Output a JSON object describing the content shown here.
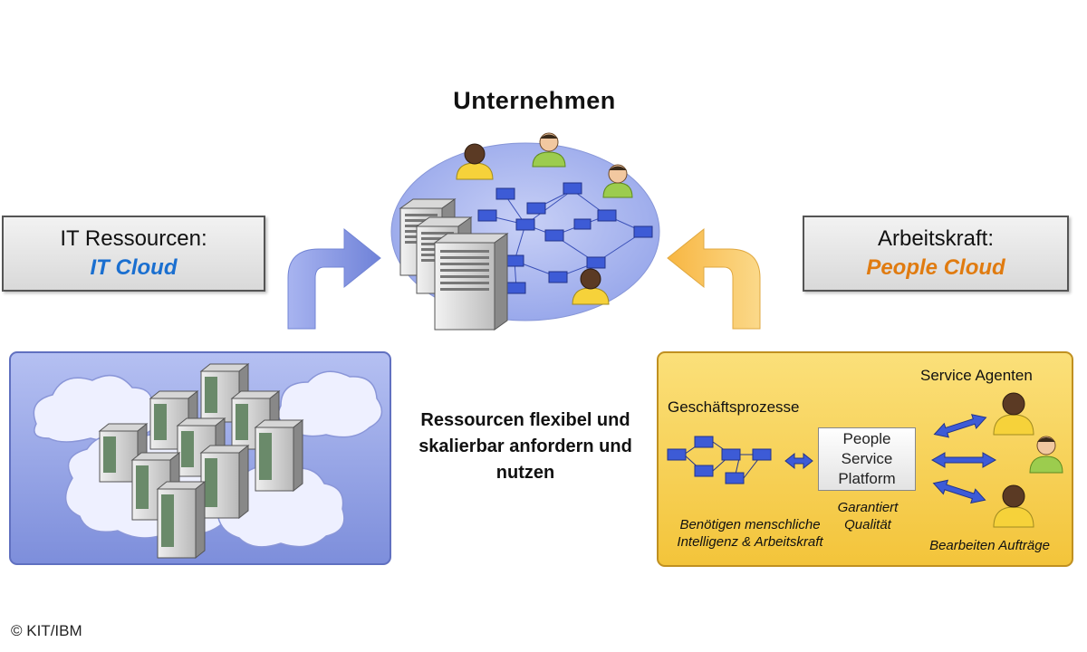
{
  "title": "Unternehmen",
  "left_box": {
    "line1": "IT Ressourcen:",
    "line2": "IT Cloud",
    "accent": "#1a6fd0"
  },
  "right_box": {
    "line1": "Arbeitskraft:",
    "line2": "People Cloud",
    "accent": "#e07b10"
  },
  "center_text": {
    "line1": "Ressourcen flexibel und",
    "line2": "skalierbar anfordern und",
    "line3": "nutzen"
  },
  "people_panel": {
    "process_label": "Geschäftsprozesse",
    "agents_label": "Service Agenten",
    "platform": {
      "line1": "People",
      "line2": "Service",
      "line3": "Platform"
    },
    "guarantee": {
      "line1": "Garantiert",
      "line2": "Qualität"
    },
    "need": {
      "line1": "Benötigen menschliche",
      "line2": "Intelligenz & Arbeitskraft"
    },
    "tasks": "Bearbeiten Aufträge"
  },
  "copyright": "© KIT/IBM",
  "colors": {
    "it_arrow": "#8a9ae0",
    "people_arrow": "#f7c15a",
    "cloud_panel": "#8f9ee0",
    "people_panel": "#f8d35a",
    "network_node": "#3d5bd6",
    "enterprise_ellipse": "#a9b6ee"
  },
  "icons": [
    "server-icon",
    "person-icon",
    "cloud-icon",
    "curved-arrow-icon",
    "double-arrow-icon"
  ]
}
